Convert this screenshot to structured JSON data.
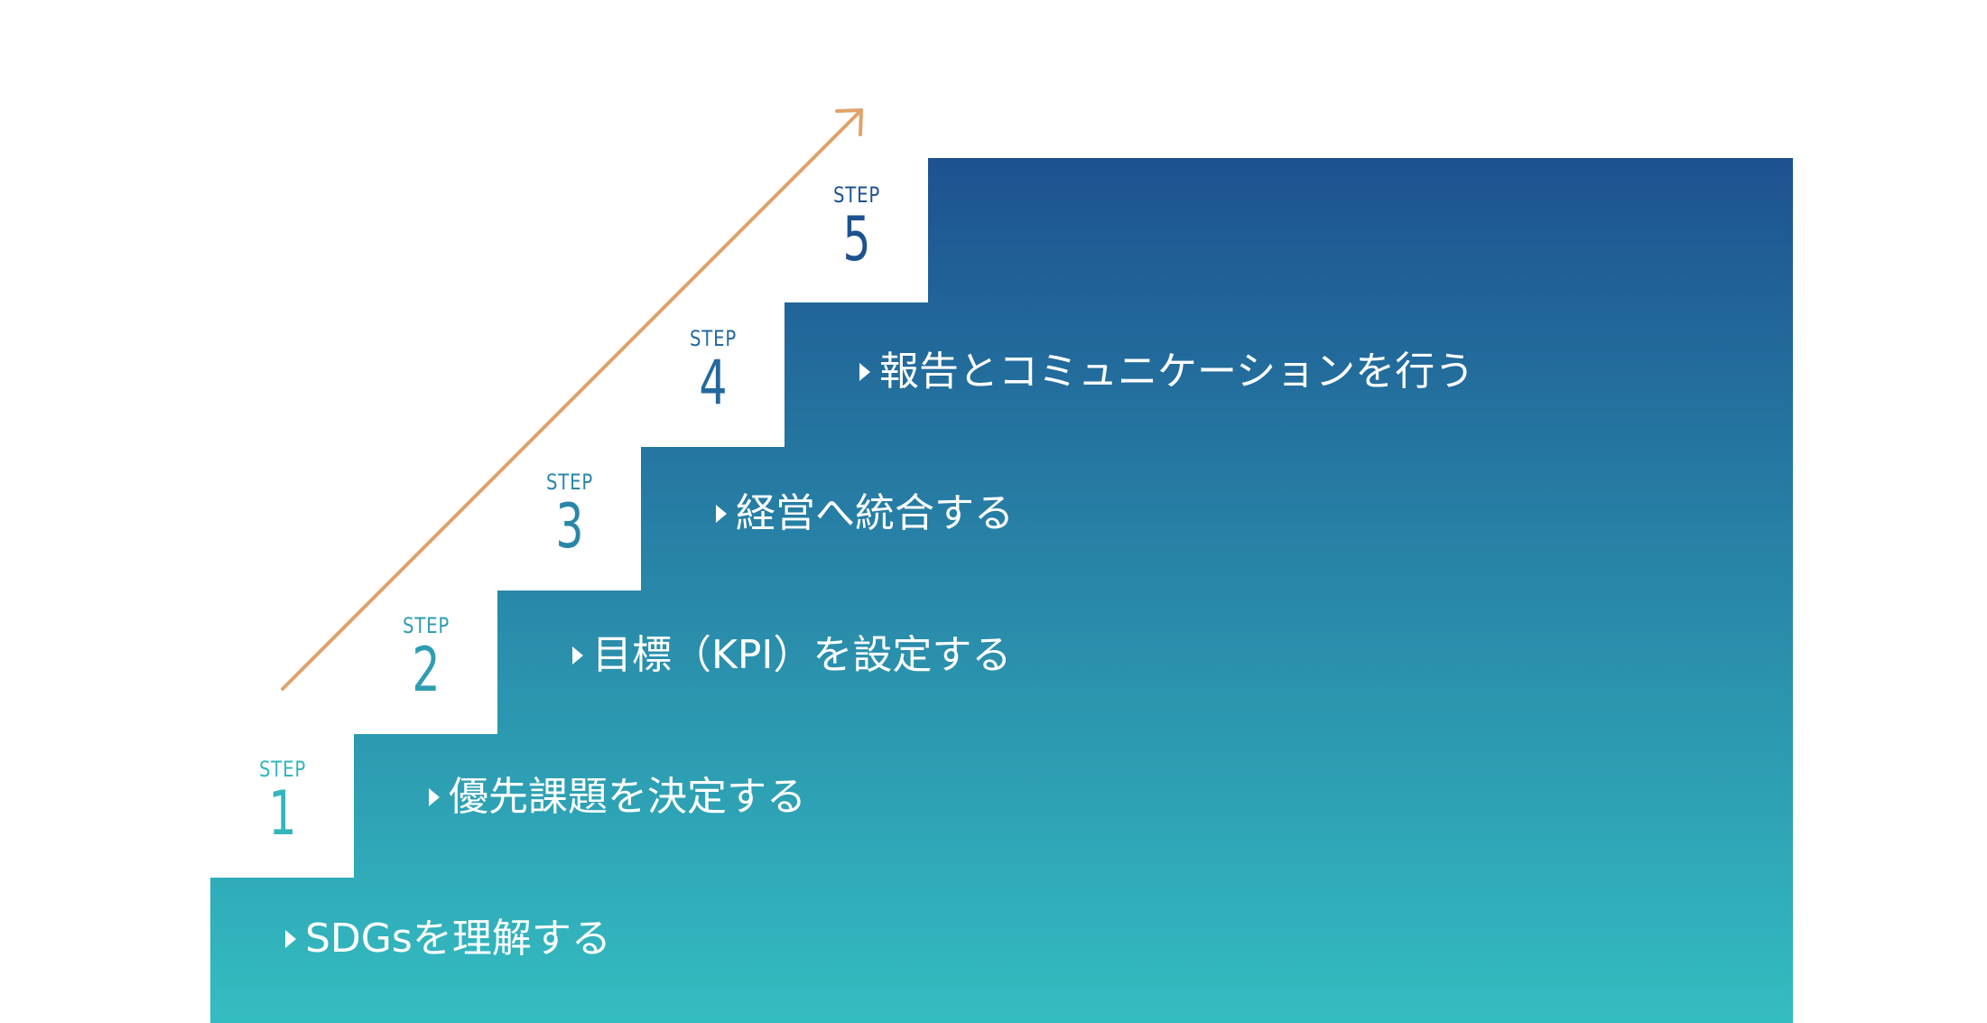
{
  "colors": {
    "gradient_top": "#1d5290",
    "gradient_bottom": "#34bdc1",
    "arrow": "#e0a36b",
    "step1": "#35b5bb",
    "step2": "#2e9db3",
    "step3": "#2a86a8",
    "step4": "#24699e",
    "step5": "#1d5290"
  },
  "steps": [
    {
      "word": "STEP",
      "number": "1",
      "text": "SDGsを理解する"
    },
    {
      "word": "STEP",
      "number": "2",
      "text": "優先課題を決定する"
    },
    {
      "word": "STEP",
      "number": "3",
      "text": "目標（KPI）を設定する"
    },
    {
      "word": "STEP",
      "number": "4",
      "text": "経営へ統合する"
    },
    {
      "word": "STEP",
      "number": "5",
      "text": "報告とコミュニケーションを行う"
    }
  ]
}
